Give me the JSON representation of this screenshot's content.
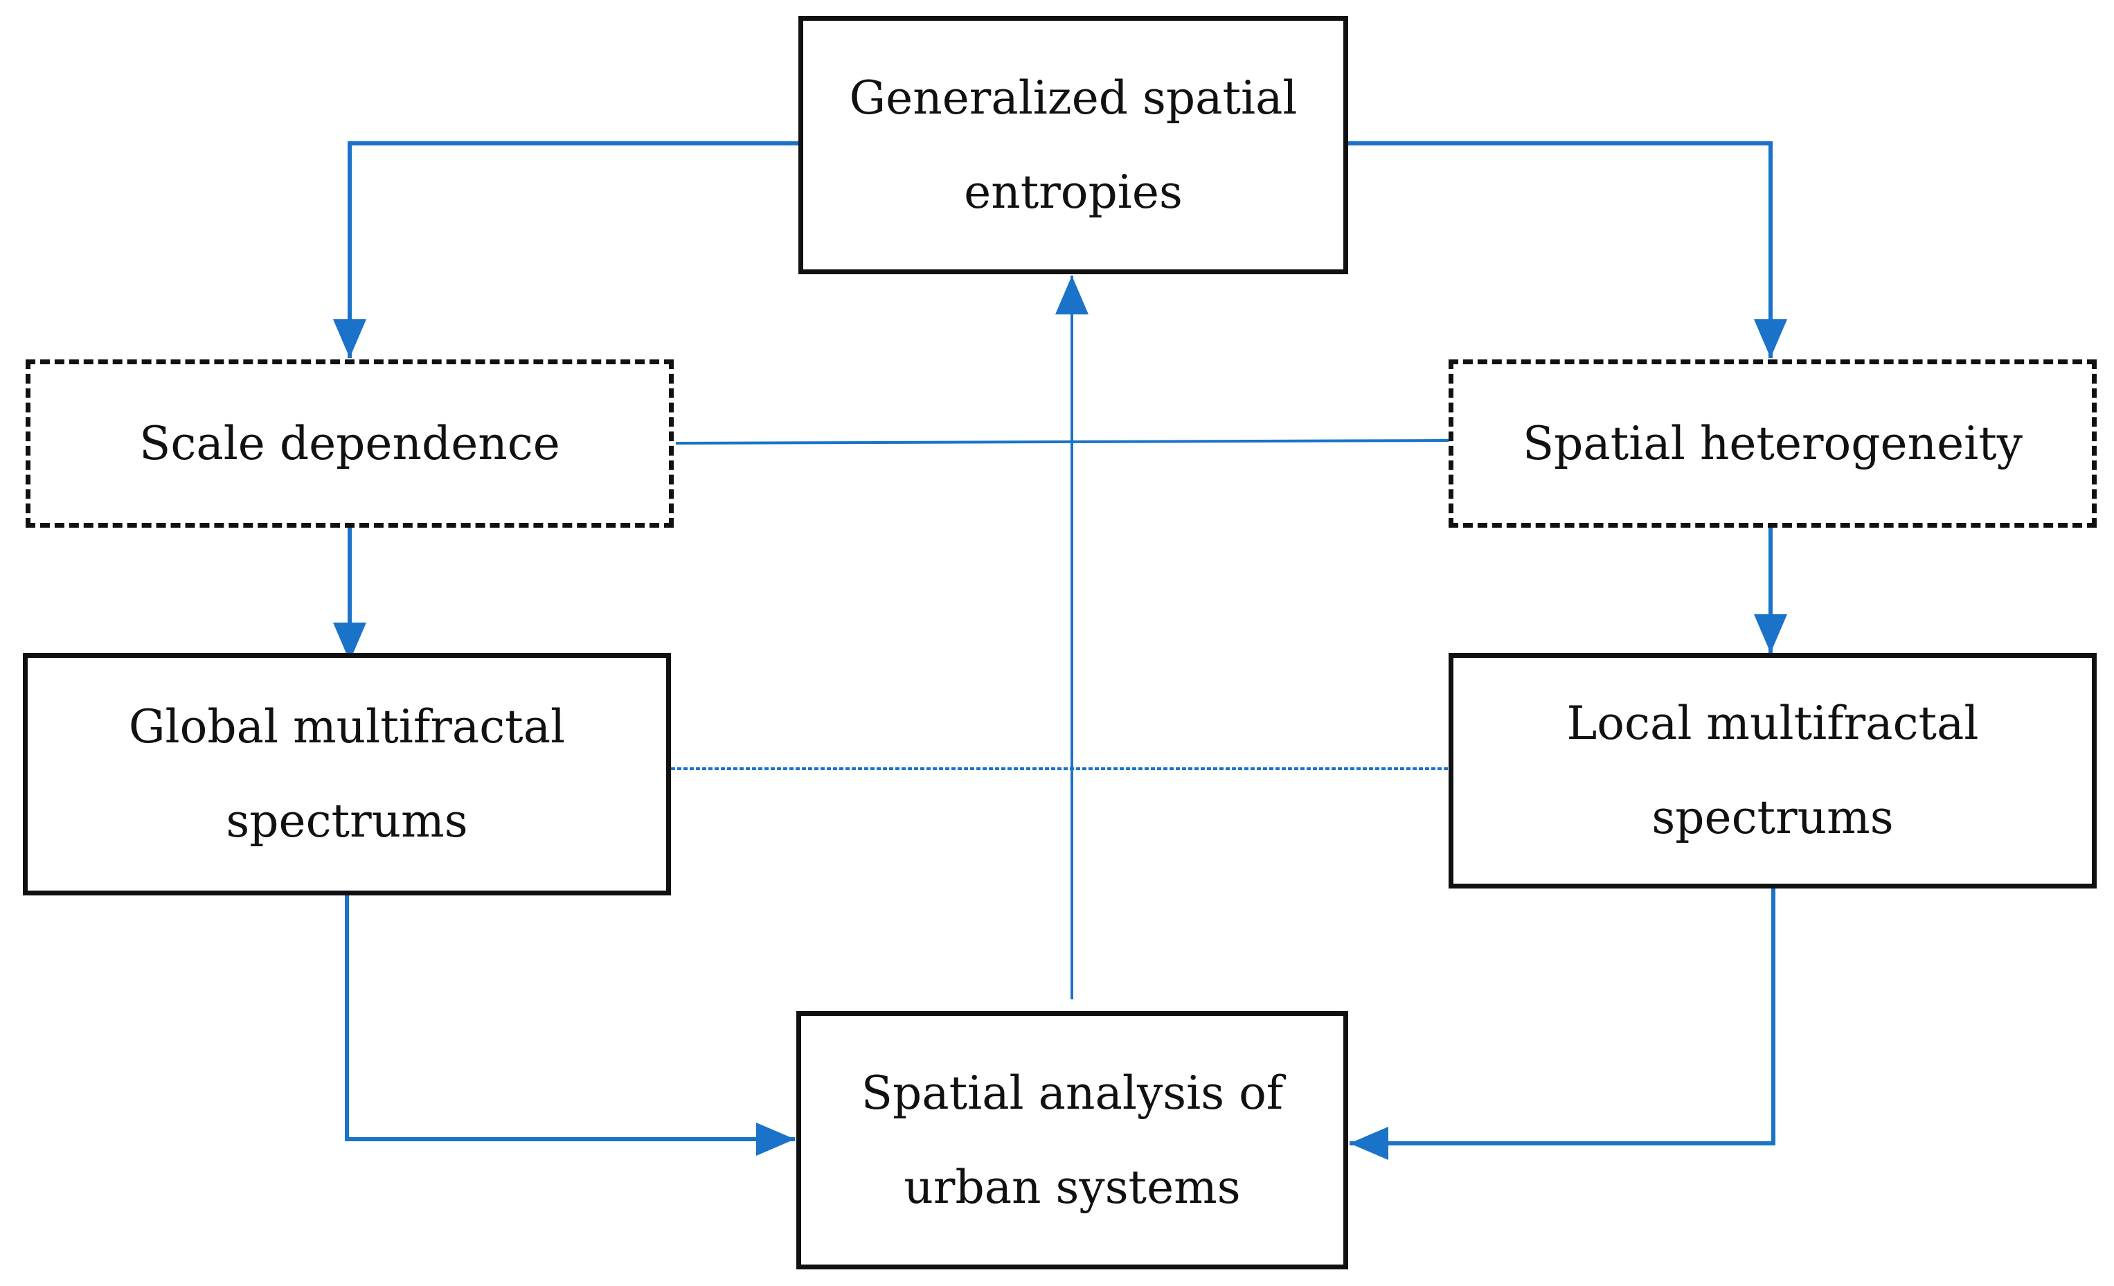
{
  "colors": {
    "box_border": "#111111",
    "connector": "#1a73c8",
    "text": "#111111"
  },
  "nodes": {
    "top": {
      "lines": [
        "Generalized spatial",
        "entropies"
      ],
      "style": "solid"
    },
    "scale": {
      "lines": [
        "Scale dependence"
      ],
      "style": "dashed"
    },
    "heterogeneity": {
      "lines": [
        "Spatial heterogeneity"
      ],
      "style": "dashed"
    },
    "global": {
      "lines": [
        "Global multifractal",
        "spectrums"
      ],
      "style": "solid"
    },
    "local": {
      "lines": [
        "Local multifractal",
        "spectrums"
      ],
      "style": "solid"
    },
    "bottom": {
      "lines": [
        "Spatial analysis of",
        "urban systems"
      ],
      "style": "solid"
    }
  },
  "edges": [
    {
      "from": "top",
      "to": "scale",
      "type": "arrow"
    },
    {
      "from": "top",
      "to": "heterogeneity",
      "type": "arrow"
    },
    {
      "from": "scale",
      "to": "global",
      "type": "arrow"
    },
    {
      "from": "heterogeneity",
      "to": "local",
      "type": "arrow"
    },
    {
      "from": "global",
      "to": "bottom",
      "type": "arrow"
    },
    {
      "from": "local",
      "to": "bottom",
      "type": "arrow"
    },
    {
      "from": "bottom",
      "to": "top",
      "type": "arrow"
    },
    {
      "from": "scale",
      "to": "heterogeneity",
      "type": "line"
    },
    {
      "from": "global",
      "to": "local",
      "type": "dotted-line"
    }
  ]
}
